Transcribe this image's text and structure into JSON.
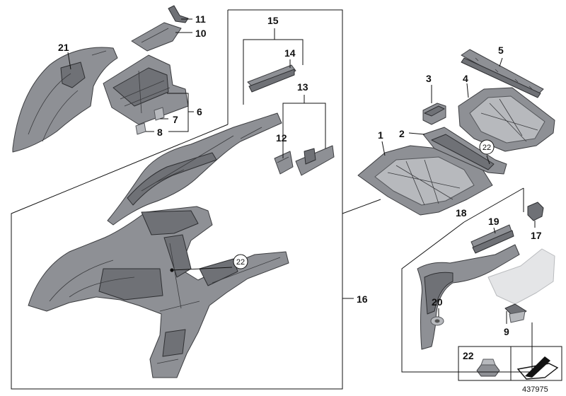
{
  "diagram_number": "437975",
  "labels": {
    "p1": "1",
    "p2": "2",
    "p3": "3",
    "p4": "4",
    "p5": "5",
    "p6": "6",
    "p7": "7",
    "p8": "8",
    "p9": "9",
    "p10": "10",
    "p11": "11",
    "p12": "12",
    "p13": "13",
    "p14": "14",
    "p15": "15",
    "p16": "16",
    "p17": "17",
    "p18": "18",
    "p19": "19",
    "p20": "20",
    "p21": "21",
    "p22_a": "22",
    "p22_b": "22",
    "p22_key": "22"
  },
  "colors": {
    "part": "#8e9095",
    "part_dark": "#6f7176",
    "ghost": "#e4e5e7",
    "line": "#111111"
  }
}
